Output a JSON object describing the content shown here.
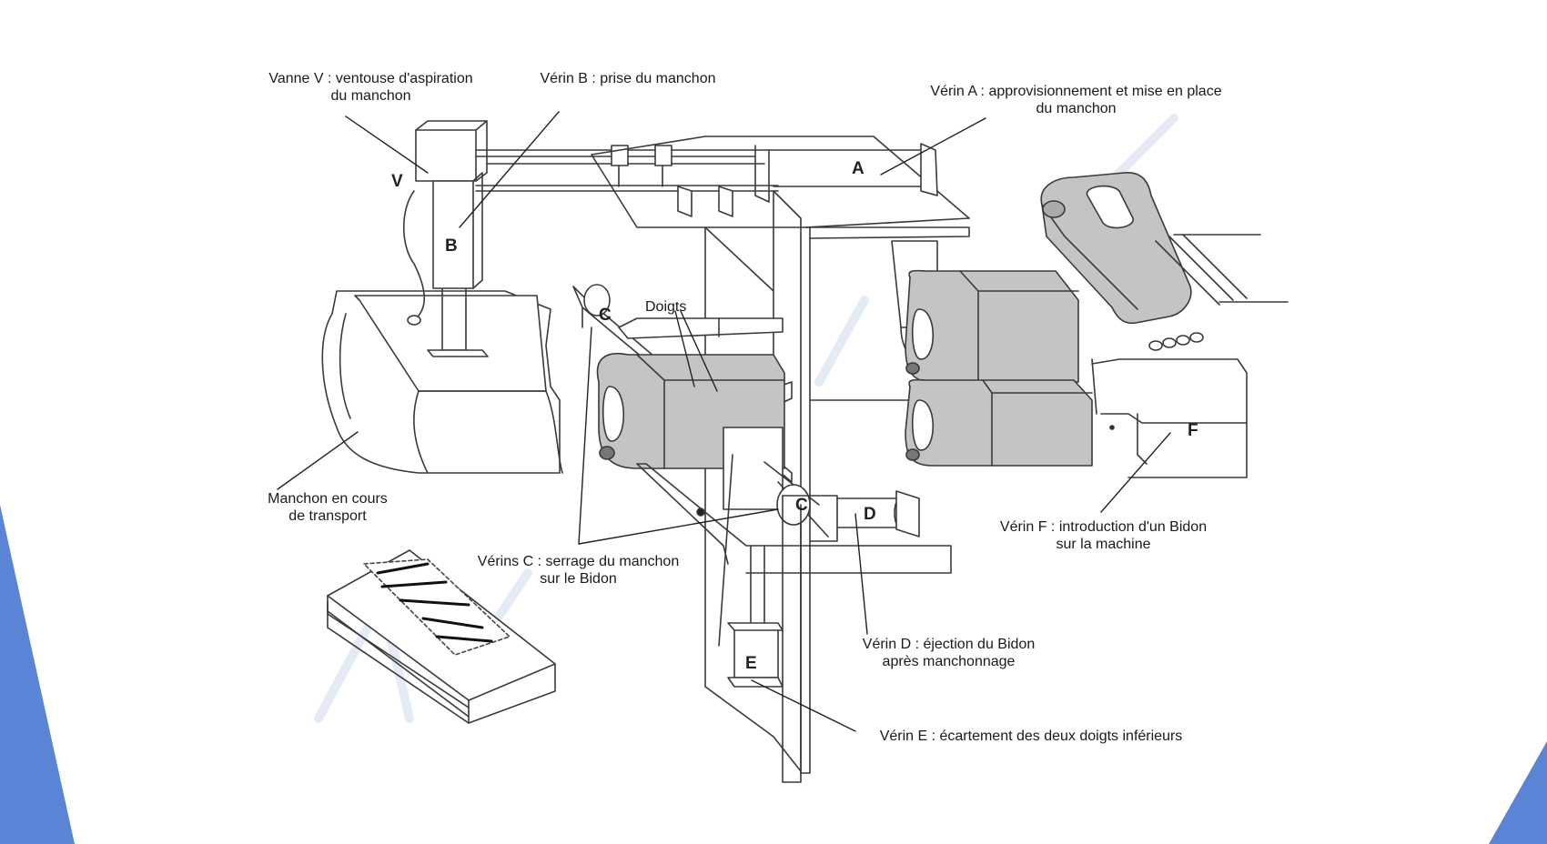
{
  "theme": {
    "accent": "#5b84d6",
    "line": "#3a3a3a",
    "bidon_fill": "#c4c4c4",
    "watermark": "#dde6f5"
  },
  "labels": {
    "vanne_v": [
      "Vanne V : ventouse d'aspiration",
      "du manchon"
    ],
    "verin_b": "Vérin B : prise du manchon",
    "verin_a": [
      "Vérin A : approvisionnement et mise en place",
      "du manchon"
    ],
    "doigts": "Doigts",
    "manchon_transport": [
      "Manchon en cours",
      "de transport"
    ],
    "verins_c": [
      "Vérins C : serrage du manchon",
      "sur le Bidon"
    ],
    "verin_f": [
      "Vérin F : introduction d'un Bidon",
      "sur la machine"
    ],
    "verin_d": [
      "Vérin D : éjection du Bidon",
      "après manchonnage"
    ],
    "verin_e": "Vérin E : écartement des deux doigts inférieurs"
  },
  "letters": {
    "v": "V",
    "b": "B",
    "a": "A",
    "c1": "C",
    "c2": "C",
    "d": "D",
    "e": "E",
    "f": "F"
  }
}
